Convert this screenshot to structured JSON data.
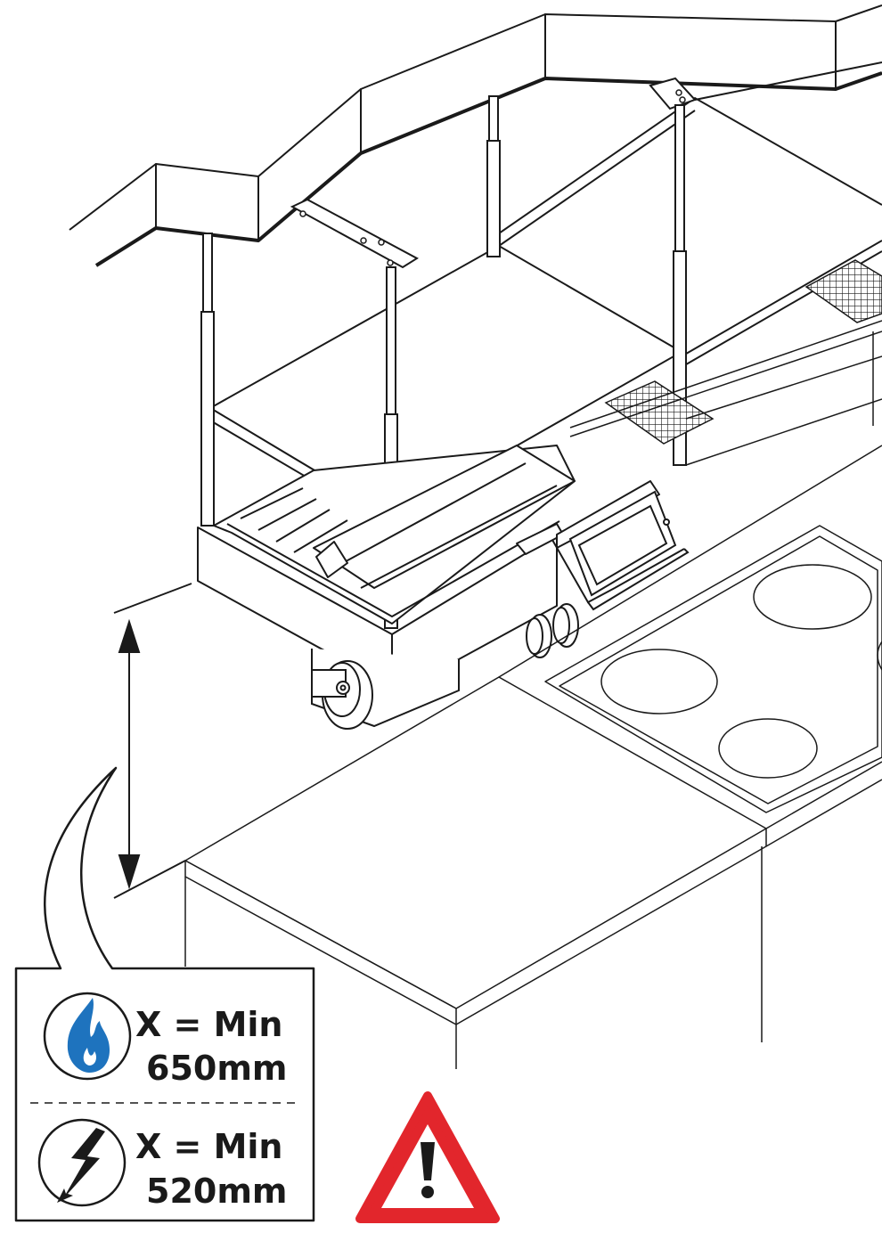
{
  "legend": {
    "gas": {
      "icon": "flame-icon",
      "line1": "X = Min",
      "line2": "650mm",
      "color": "#1e73be"
    },
    "electric": {
      "icon": "lightning-icon",
      "line1": "X = Min",
      "line2": "520mm"
    }
  },
  "dimension": {
    "label": ""
  },
  "warning": {
    "icon": "warning-triangle-icon",
    "color": "#e2262c"
  },
  "colors": {
    "line": "#1a1a1a",
    "fill": "#ffffff"
  }
}
